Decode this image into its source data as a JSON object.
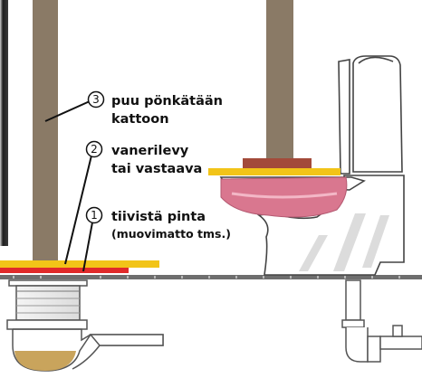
{
  "labels": [
    {
      "num": "3",
      "line1": "puu pönkätään",
      "line2": "kattoon"
    },
    {
      "num": "2",
      "line1": "vanerilevy",
      "line2": "tai vastaava"
    },
    {
      "num": "1",
      "line1": "tiivistä pinta",
      "line2": "(muovimatto tms.)"
    }
  ],
  "colors": {
    "prop_wood": "#8a7a66",
    "plywood": "#f2c418",
    "seal": "#e02a2a",
    "membrane": "#d9778f",
    "wood_block": "#a34a3a",
    "floor": "#6e6e6e",
    "toilet_outline": "#444444",
    "water": "#c9a45c"
  },
  "icons": [
    "callout-circle",
    "leader-line"
  ]
}
